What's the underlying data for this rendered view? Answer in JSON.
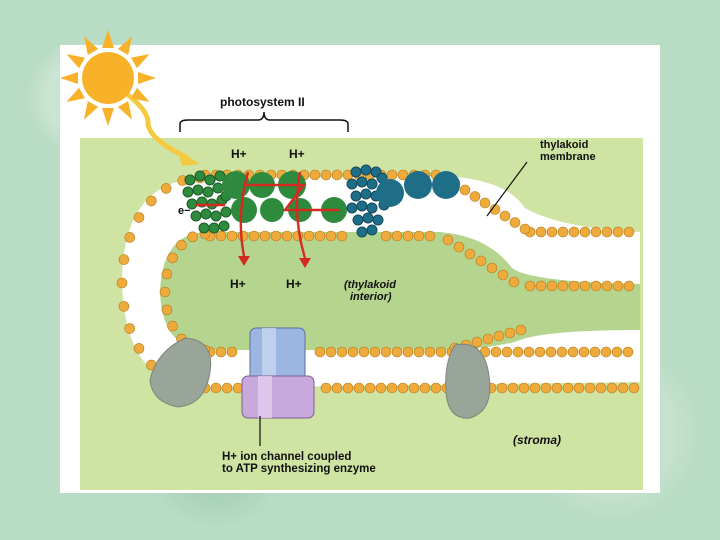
{
  "labels": {
    "photosystem": "photosystem II",
    "membrane_line1": "thylakoid",
    "membrane_line2": "membrane",
    "interior_line1": "(thylakoid",
    "interior_line2": "interior)",
    "stroma": "(stroma)",
    "hplus": "H+",
    "electron": "e−",
    "channel_line1": "H+ ion channel coupled",
    "channel_line2": "to ATP synthesizing enzyme"
  },
  "icons": {
    "sun": "sun-icon",
    "light_arrow": "light-ray-arrow"
  },
  "colors": {
    "stroma_bg": "#cfe3a2",
    "interior": "#b5d58e",
    "lipid_head": "#eeaa3a",
    "photosystem_green": "#2e8a3c",
    "carrier_blue": "#1f6e88",
    "arrow_red": "#d32a22",
    "channel_blue": "#9bb6e0",
    "channel_purple": "#c9a8dc",
    "sun": "#f7b22a"
  }
}
